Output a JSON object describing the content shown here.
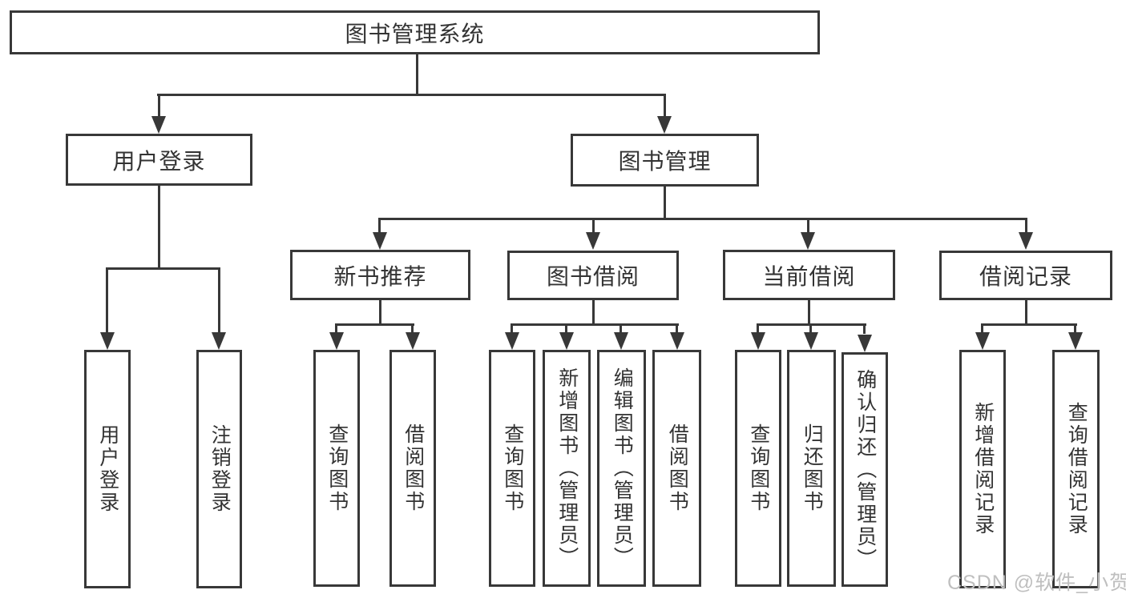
{
  "tree": {
    "label": "图书管理系统",
    "children": [
      {
        "label": "用户登录",
        "children": [
          {
            "label": "用户登录"
          },
          {
            "label": "注销登录"
          }
        ]
      },
      {
        "label": "图书管理",
        "children": [
          {
            "label": "新书推荐",
            "children": [
              {
                "label": "查询图书"
              },
              {
                "label": "借阅图书"
              }
            ]
          },
          {
            "label": "图书借阅",
            "children": [
              {
                "label": "查询图书"
              },
              {
                "label": "新增图书（管理员）"
              },
              {
                "label": "编辑图书（管理员）"
              },
              {
                "label": "借阅图书"
              }
            ]
          },
          {
            "label": "当前借阅",
            "children": [
              {
                "label": "查询图书"
              },
              {
                "label": "归还图书"
              },
              {
                "label": "确认归还（管理员）"
              }
            ]
          },
          {
            "label": "借阅记录",
            "children": [
              {
                "label": "新增借阅记录"
              },
              {
                "label": "查询借阅记录"
              }
            ]
          }
        ]
      }
    ]
  },
  "watermark": {
    "text": "CSDN @软件_小贺同学"
  },
  "colors": {
    "line": "#383838",
    "text": "#333333",
    "watermark": "#bfbfbf",
    "background": "#ffffff"
  }
}
